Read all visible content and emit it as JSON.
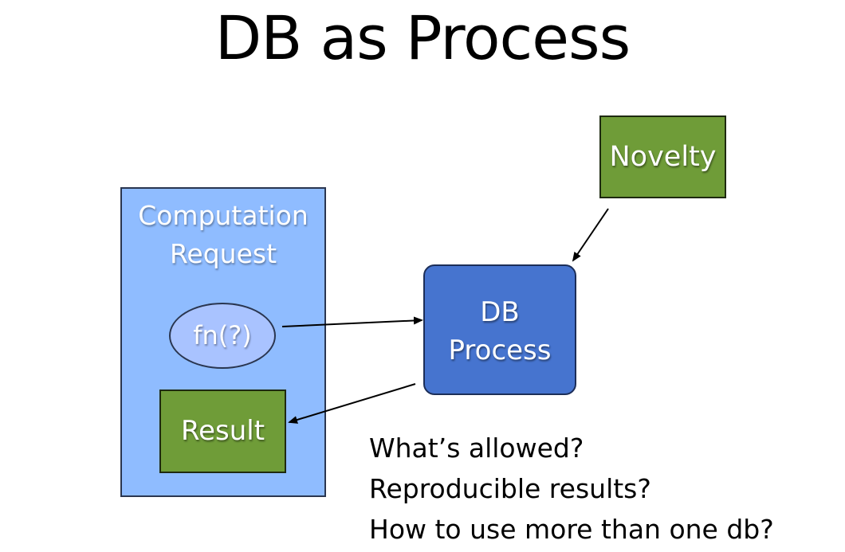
{
  "title": "DB as Process",
  "request_box": {
    "title_line1": "Computation",
    "title_line2": "Request",
    "fn_label": "fn(?)",
    "result_label": "Result",
    "fill_color": "#8fbcff"
  },
  "db_box": {
    "line1": "DB",
    "line2": "Process",
    "fill_color": "#4674cf"
  },
  "novelty_box": {
    "label": "Novelty",
    "fill_color": "#6f9c38"
  },
  "questions": [
    "What’s allowed?",
    "Reproducible results?",
    "How to use more than one db?"
  ]
}
